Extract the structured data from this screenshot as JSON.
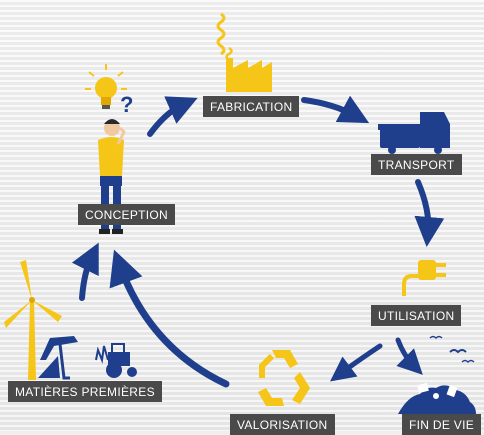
{
  "diagram": {
    "stages": {
      "fabrication": "FABRICATION",
      "transport": "TRANSPORT",
      "conception": "CONCEPTION",
      "utilisation": "UTILISATION",
      "matieres": "MATIÈRES PREMIÈRES",
      "valorisation": "VALORISATION",
      "fin_de_vie": "FIN DE VIE"
    },
    "question_mark": "?",
    "colors": {
      "arrow": "#1f3f8c",
      "icon_yellow": "#f5c518",
      "label_bg": "#4a4a4a",
      "label_text": "#ffffff"
    },
    "icons": [
      "factory-icon",
      "truck-icon",
      "person-thinking-icon",
      "lightbulb-icon",
      "plug-icon",
      "wind-turbine-icon",
      "oil-pump-icon",
      "tractor-icon",
      "recycle-icon",
      "waste-pile-icon",
      "birds-icon"
    ]
  }
}
